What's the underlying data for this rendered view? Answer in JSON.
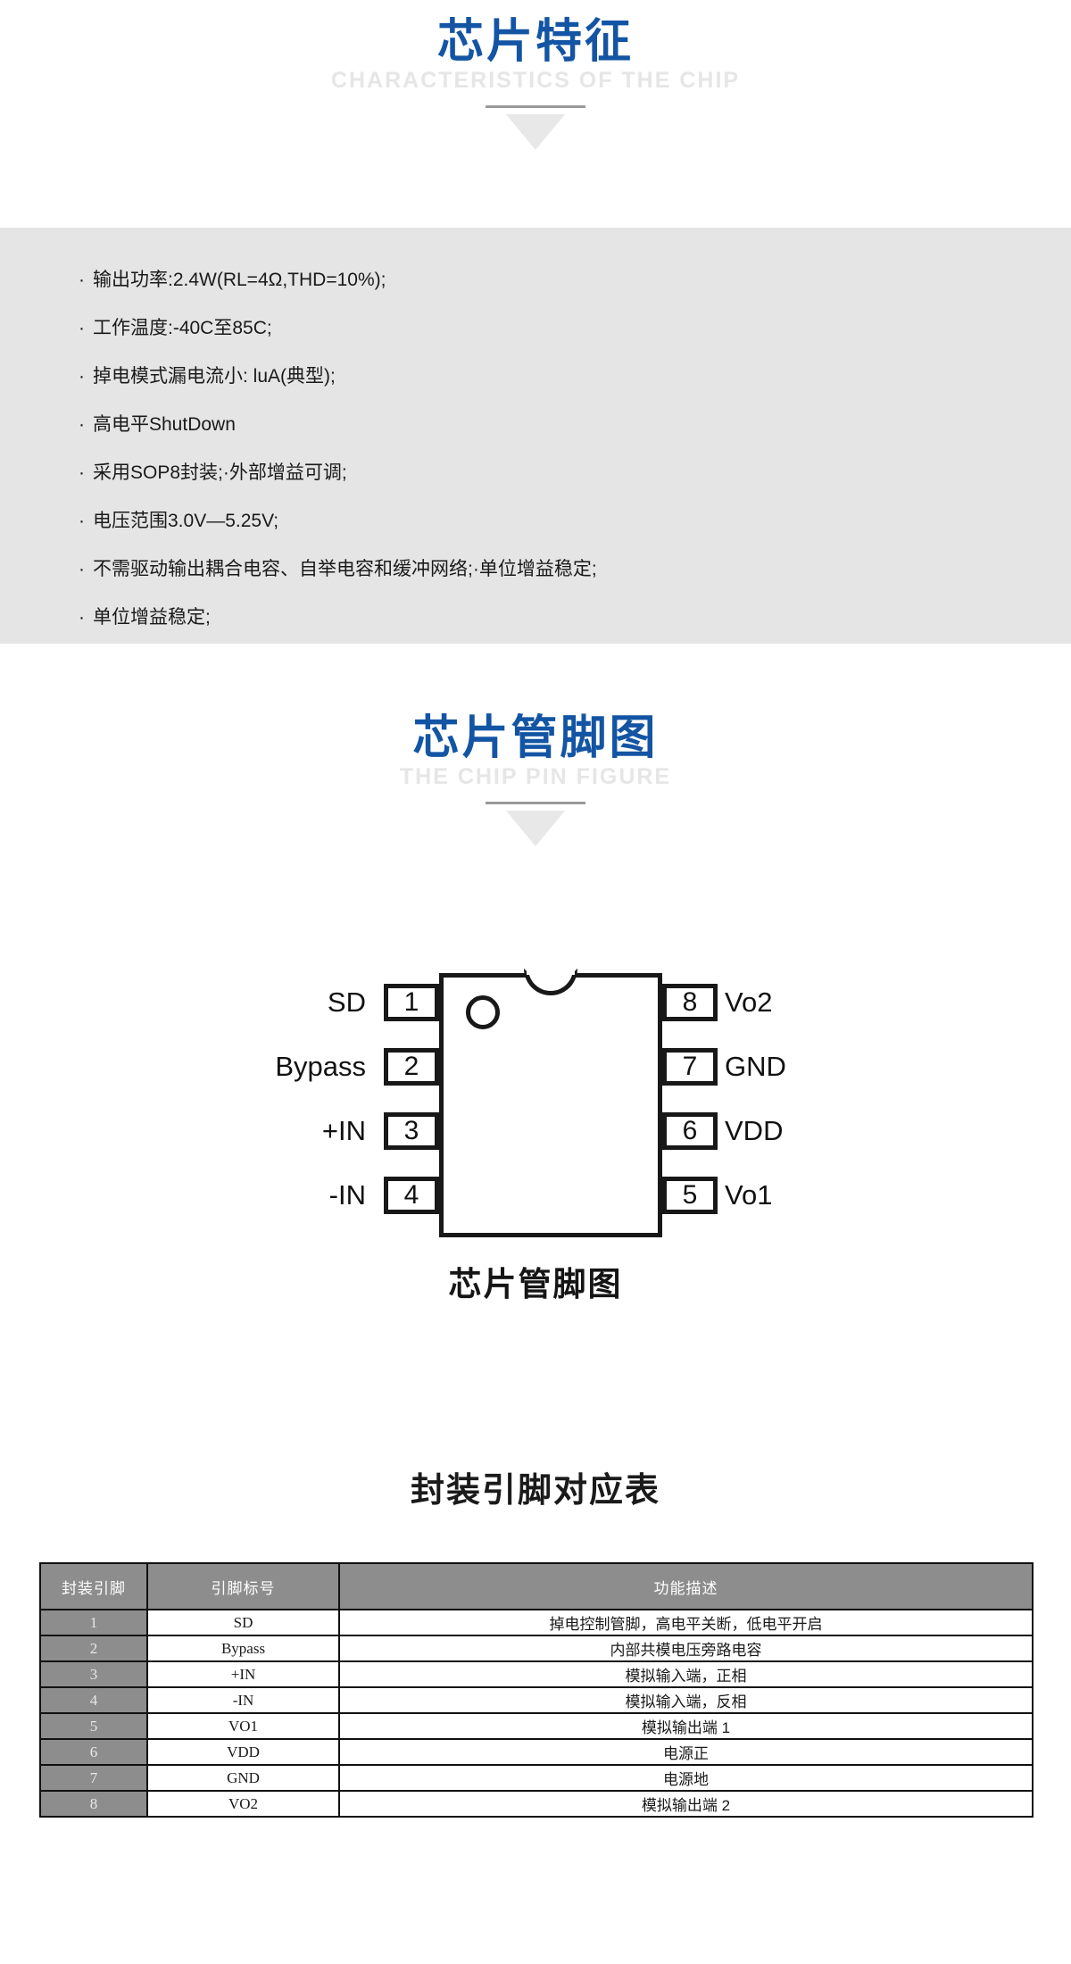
{
  "sections": {
    "features": {
      "cn_title": "芯片特征",
      "en_title": "CHARACTERISTICS OF THE CHIP",
      "items": [
        "输出功率:2.4W(RL=4Ω,THD=10%);",
        "工作温度:-40C至85C;",
        "掉电模式漏电流小: luA(典型);",
        "高电平ShutDown",
        "采用SOP8封装;·外部增益可调;",
        "电压范围3.0V—5.25V;",
        "不需驱动输出耦合电容、自举电容和缓冲网络;·单位增益稳定;",
        "单位增益稳定;"
      ]
    },
    "pin_figure": {
      "cn_title": "芯片管脚图",
      "en_title": "THE CHIP PIN FIGURE",
      "caption": "芯片管脚图",
      "left_pins": [
        {
          "number": "1",
          "label": "SD"
        },
        {
          "number": "2",
          "label": "Bypass"
        },
        {
          "number": "3",
          "label": "+IN"
        },
        {
          "number": "4",
          "label": "-IN"
        }
      ],
      "right_pins": [
        {
          "number": "8",
          "label": "Vo2"
        },
        {
          "number": "7",
          "label": "GND"
        },
        {
          "number": "6",
          "label": "VDD"
        },
        {
          "number": "5",
          "label": "Vo1"
        }
      ]
    },
    "pin_table": {
      "title": "封装引脚对应表",
      "headers": [
        "封装引脚",
        "引脚标号",
        "功能描述"
      ],
      "rows": [
        {
          "pin": "1",
          "symbol": "SD",
          "desc": "掉电控制管脚，高电平关断，低电平开启"
        },
        {
          "pin": "2",
          "symbol": "Bypass",
          "desc": "内部共模电压旁路电容"
        },
        {
          "pin": "3",
          "symbol": "+IN",
          "desc": "模拟输入端，正相"
        },
        {
          "pin": "4",
          "symbol": "-IN",
          "desc": "模拟输入端，反相"
        },
        {
          "pin": "5",
          "symbol": "VO1",
          "desc": "模拟输出端 1"
        },
        {
          "pin": "6",
          "symbol": "VDD",
          "desc": "电源正"
        },
        {
          "pin": "7",
          "symbol": "GND",
          "desc": "电源地"
        },
        {
          "pin": "8",
          "symbol": "VO2",
          "desc": "模拟输出端 2"
        }
      ]
    }
  },
  "colors": {
    "accent_blue": "#1355a4",
    "panel_gray": "#e6e5e5",
    "ghost_text": "#e6e6e6",
    "table_header_gray": "#8d8d8d",
    "divider_gray": "#9a9a9a"
  }
}
